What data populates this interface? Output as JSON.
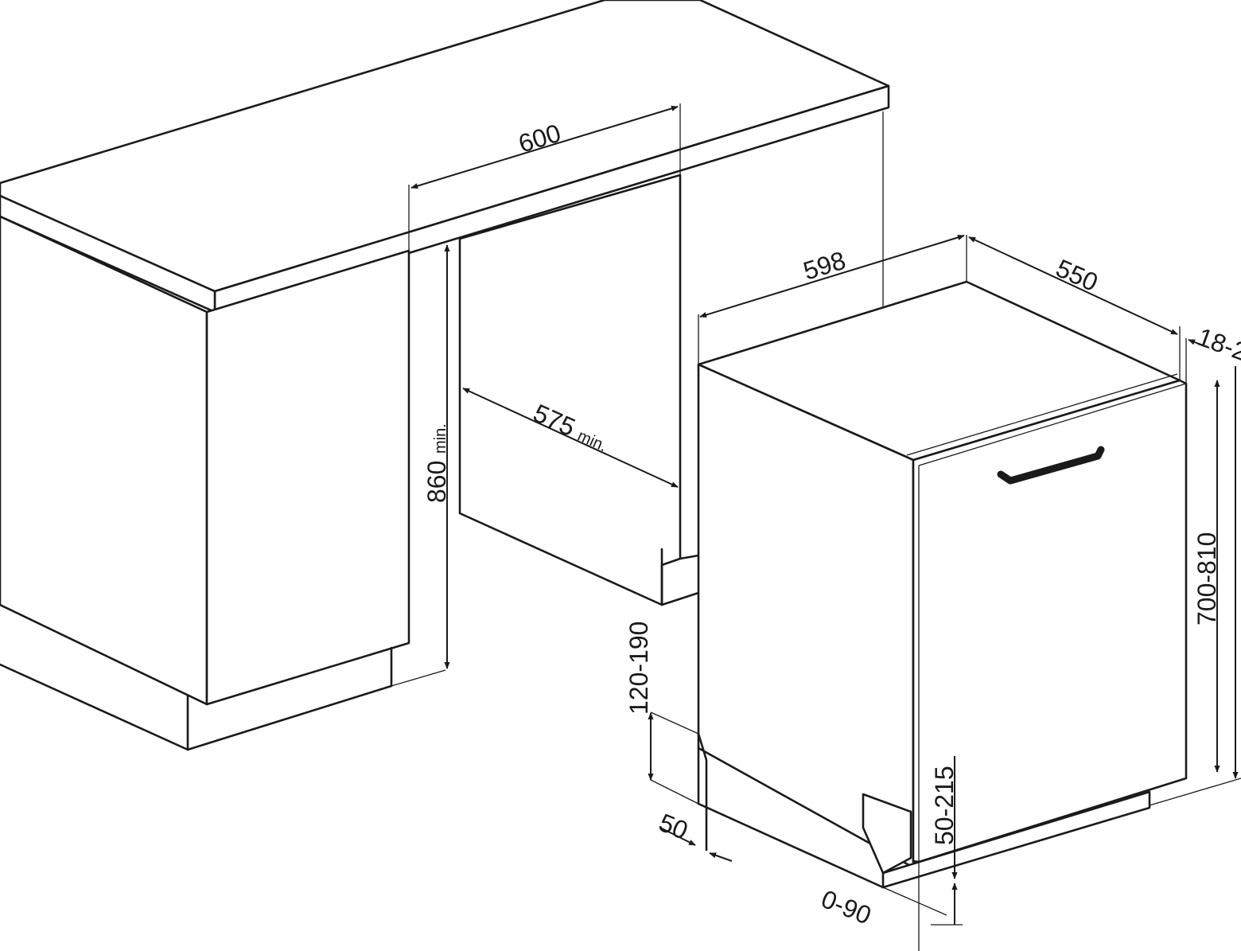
{
  "dimensions": {
    "niche_width": "600",
    "niche_height": "860",
    "niche_height_suffix": "min.",
    "niche_depth": "575",
    "niche_depth_suffix": "min.",
    "appliance_width": "598",
    "appliance_depth": "550",
    "door_thickness": "18-2",
    "door_height": "700-810",
    "plinth_height": "120-190",
    "plinth_setback": "50",
    "door_bottom_gap": "50-215",
    "foot_adjust": "0-90"
  }
}
